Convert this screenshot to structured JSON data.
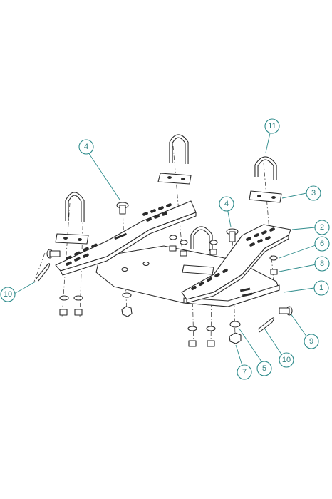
{
  "callouts": [
    {
      "label": "1"
    },
    {
      "label": "2"
    },
    {
      "label": "3"
    },
    {
      "label": "4"
    },
    {
      "label": "4"
    },
    {
      "label": "5"
    },
    {
      "label": "6"
    },
    {
      "label": "7"
    },
    {
      "label": "8"
    },
    {
      "label": "9"
    },
    {
      "label": "10"
    },
    {
      "label": "10"
    },
    {
      "label": "11"
    }
  ],
  "colors": {
    "line": "#2a2a2a",
    "callout": "#2f8c8c"
  }
}
